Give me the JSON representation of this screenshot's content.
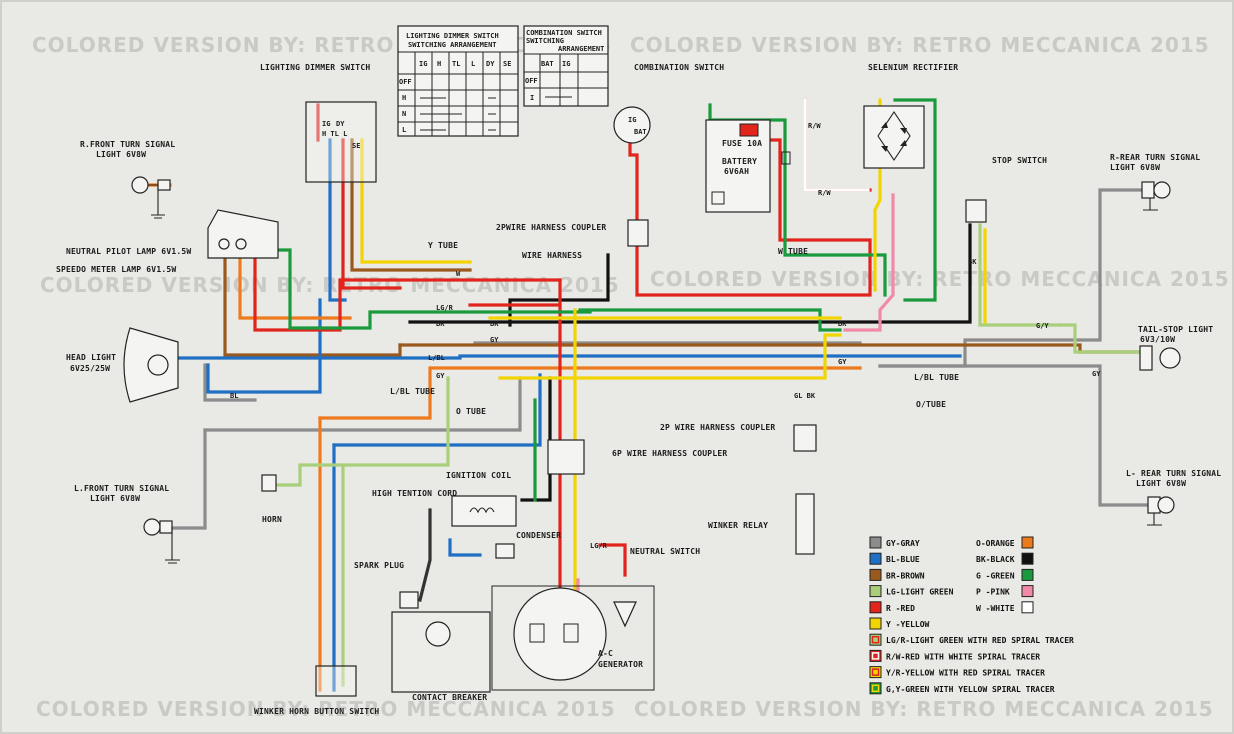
{
  "watermark": "COLORED VERSION BY: RETRO MECCANICA 2015",
  "components": {
    "lighting_dimmer_switch": "LIGHTING DIMMER SWITCH",
    "dimmer_table_title_1": "LIGHTING DIMMER SWITCH",
    "dimmer_table_title_2": "SWITCHING ARRANGEMENT",
    "dimmer_cols": [
      "IG",
      "H",
      "TL",
      "L",
      "DY",
      "SE"
    ],
    "dimmer_rows": [
      "OFF",
      "H",
      "N",
      "L"
    ],
    "comb_table_title_1": "COMBINATION SWITCH",
    "comb_table_title_2": "SWITCHING",
    "comb_table_title_3": "ARRANGEMENT",
    "comb_cols": [
      "BAT",
      "IG"
    ],
    "comb_rows": [
      "OFF",
      "I"
    ],
    "combination_switch": "COMBINATION SWITCH",
    "selenium_rectifier": "SELENIUM RECTIFIER",
    "fuse": "FUSE 10A",
    "battery_1": "BATTERY",
    "battery_2": "6V6AH",
    "stop_switch": "STOP SWITCH",
    "r_front_turn_1": "R.FRONT TURN SIGNAL",
    "r_front_turn_2": "LIGHT 6V8W",
    "neutral_pilot": "NEUTRAL PILOT LAMP 6V1.5W",
    "speedo_lamp": "SPEEDO METER LAMP 6V1.5W",
    "head_light_1": "HEAD LIGHT",
    "head_light_2": "6V25/25W",
    "l_front_turn_1": "L.FRONT TURN SIGNAL",
    "l_front_turn_2": "LIGHT 6V8W",
    "horn": "HORN",
    "y_tube": "Y TUBE",
    "wire_harness": "WIRE HARNESS",
    "coupler_2pwire": "2PWIRE HARNESS COUPLER",
    "w_tube": "W TUBE",
    "l_bl_tube": "L/BL TUBE",
    "o_tube": "O TUBE",
    "l_bl_tube_r": "L/BL TUBE",
    "o_tube_r": "O/TUBE",
    "coupler_2p_lower": "2P WIRE HARNESS COUPLER",
    "coupler_6p": "6P WIRE HARNESS COUPLER",
    "ignition_coil": "IGNITION COIL",
    "high_tension": "HIGH TENTION CORD",
    "condenser": "CONDENSER",
    "spark_plug": "SPARK PLUG",
    "neutral_switch": "NEUTRAL SWITCH",
    "winker_relay": "WINKER RELAY",
    "ac_gen_1": "A-C",
    "ac_gen_2": "GENERATOR",
    "contact_breaker": "CONTACT BREAKER",
    "winker_horn_switch": "WINKER HORN BUTTON SWITCH",
    "r_rear_turn_1": "R-REAR TURN SIGNAL",
    "r_rear_turn_2": "LIGHT 6V8W",
    "tail_stop_1": "TAIL-STOP LIGHT",
    "tail_stop_2": "6V3/10W",
    "l_rear_turn_1": "L- REAR TURN SIGNAL",
    "l_rear_turn_2": "LIGHT 6V8W"
  },
  "wire_tags": {
    "w_top": "W",
    "bk1": "BK",
    "bk2": "BK",
    "gy": "GY",
    "lgr": "LG/R",
    "bl_head": "BL",
    "bk_right": "BK",
    "gl_bk": "GL BK",
    "gy_r": "GY",
    "gy_rear": "GY",
    "g_y": "G/Y",
    "rw": "R/W",
    "rw2": "R/W",
    "lg_r_lower": "LG/R",
    "bk_stop": "BK",
    "l_bl": "L/BL",
    "gy2": "GY"
  },
  "legend": [
    {
      "code": "GY-GRAY",
      "color": "#8c8c8c"
    },
    {
      "code": "BL-BLUE",
      "color": "#1f6fc4"
    },
    {
      "code": "BR-BROWN",
      "color": "#9a5a1e"
    },
    {
      "code": "LG-LIGHT GREEN",
      "color": "#a9cf7a"
    },
    {
      "code": "R -RED",
      "color": "#e1241c"
    },
    {
      "code": "Y -YELLOW",
      "color": "#f2d500"
    },
    {
      "code": "LG/R-LIGHT GREEN WITH RED SPIRAL TRACER",
      "color": "#a9cf7a",
      "trace": "#e1241c"
    },
    {
      "code": "R/W-RED WITH WHITE SPIRAL TRACER",
      "color": "#e1241c",
      "trace": "#ffffff"
    },
    {
      "code": "Y/R-YELLOW WITH RED SPIRAL TRACER",
      "color": "#f2d500",
      "trace": "#e1241c"
    },
    {
      "code": "G,Y-GREEN WITH YELLOW SPIRAL TRACER",
      "color": "#1a9a3c",
      "trace": "#f2d500"
    }
  ],
  "legend_right": [
    {
      "code": "O-ORANGE",
      "color": "#ee7a1e"
    },
    {
      "code": "BK-BLACK",
      "color": "#111111"
    },
    {
      "code": "G -GREEN",
      "color": "#1a9a3c"
    },
    {
      "code": "P -PINK",
      "color": "#f08aa8"
    },
    {
      "code": "W -WHITE",
      "color": "#ffffff"
    }
  ],
  "colors": {
    "gray": "#8c8c8c",
    "blue": "#1f6fc4",
    "brown": "#9a5a1e",
    "lightgreen": "#a9cf7a",
    "red": "#e1241c",
    "yellow": "#f2d500",
    "orange": "#ee7a1e",
    "black": "#111111",
    "green": "#1a9a3c",
    "pink": "#f08aa8"
  }
}
